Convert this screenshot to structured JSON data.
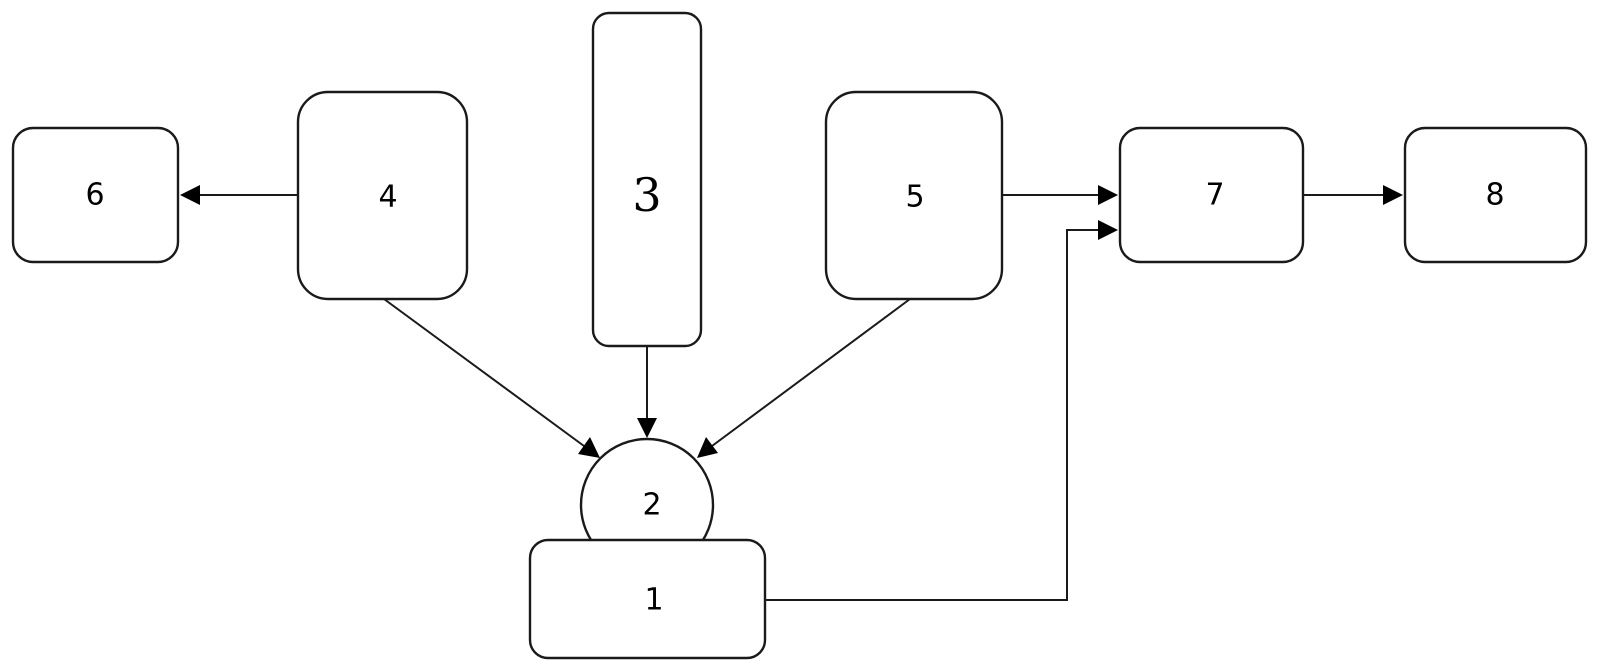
{
  "diagram": {
    "nodes": {
      "n1": "1",
      "n2": "2",
      "n3": "3",
      "n4": "4",
      "n5": "5",
      "n6": "6",
      "n7": "7",
      "n8": "8"
    },
    "edges": [
      {
        "from": "4",
        "to": "6"
      },
      {
        "from": "4",
        "to": "2"
      },
      {
        "from": "3",
        "to": "2"
      },
      {
        "from": "5",
        "to": "2"
      },
      {
        "from": "5",
        "to": "7"
      },
      {
        "from": "1",
        "to": "7"
      },
      {
        "from": "7",
        "to": "8"
      }
    ],
    "colors": {
      "stroke": "#1a1a1a",
      "fill": "#ffffff",
      "arrow": "#000000"
    }
  }
}
